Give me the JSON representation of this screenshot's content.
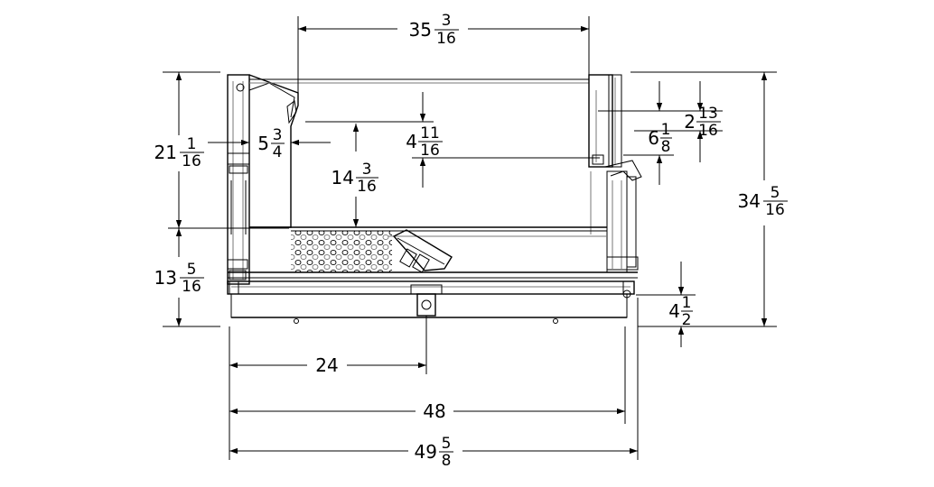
{
  "drawing": {
    "dimensions": {
      "top_width": {
        "whole": "35",
        "num": "3",
        "den": "16"
      },
      "upper_height": {
        "whole": "21",
        "num": "1",
        "den": "16"
      },
      "lower_height": {
        "whole": "13",
        "num": "5",
        "den": "16"
      },
      "inner_offset": {
        "whole": "5",
        "num": "3",
        "den": "4"
      },
      "inner_height": {
        "whole": "14",
        "num": "3",
        "den": "16"
      },
      "step_height": {
        "whole": "4",
        "num": "11",
        "den": "16"
      },
      "right_a": {
        "whole": "6",
        "num": "1",
        "den": "8"
      },
      "right_b": {
        "whole": "2",
        "num": "13",
        "den": "16"
      },
      "overall_height": {
        "whole": "34",
        "num": "5",
        "den": "16"
      },
      "base_height": {
        "whole": "4",
        "num": "1",
        "den": "2"
      },
      "half_width": "24",
      "frame_width": "48",
      "overall_width": {
        "whole": "49",
        "num": "5",
        "den": "8"
      }
    }
  }
}
